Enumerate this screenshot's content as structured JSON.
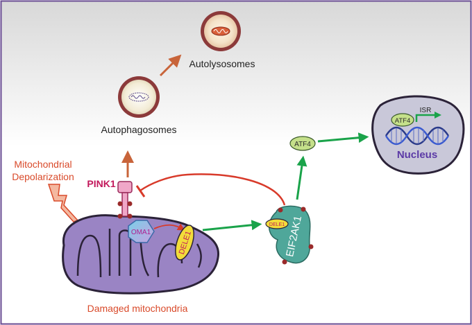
{
  "labels": {
    "autolysosomes": "Autolysosomes",
    "autophagosomes": "Autophagosomes",
    "mito_depol_line1": "Mitochondrial",
    "mito_depol_line2": "Depolarization",
    "pink1": "PINK1",
    "oma1": "OMA1",
    "dele1": "DELE1",
    "dele1_small": "DELE1",
    "eif2ak1": "EIF2AK1",
    "atf4": "ATF4",
    "atf4_nucleus": "ATF4",
    "isr": "ISR",
    "nucleus": "Nucleus",
    "damaged": "Damaged mitochondria"
  },
  "colors": {
    "frame": "#6a4c93",
    "red_label": "#d94a2a",
    "pink1": "#c2185b",
    "inhibit_red": "#d83a2a",
    "orange_arrow": "#c8643a",
    "green_arrow": "#1aa34a",
    "mito_fill": "#9a84c4",
    "mito_stroke": "#2b2238",
    "eif2ak1_fill": "#4fa79a",
    "atf4_fill": "#c5e08a",
    "dele1_fill": "#f2dc3a",
    "nucleus_fill": "#c9c8d9",
    "nucleus_text": "#5b3aa6",
    "vesicle_ring": "#8c3a3a"
  }
}
